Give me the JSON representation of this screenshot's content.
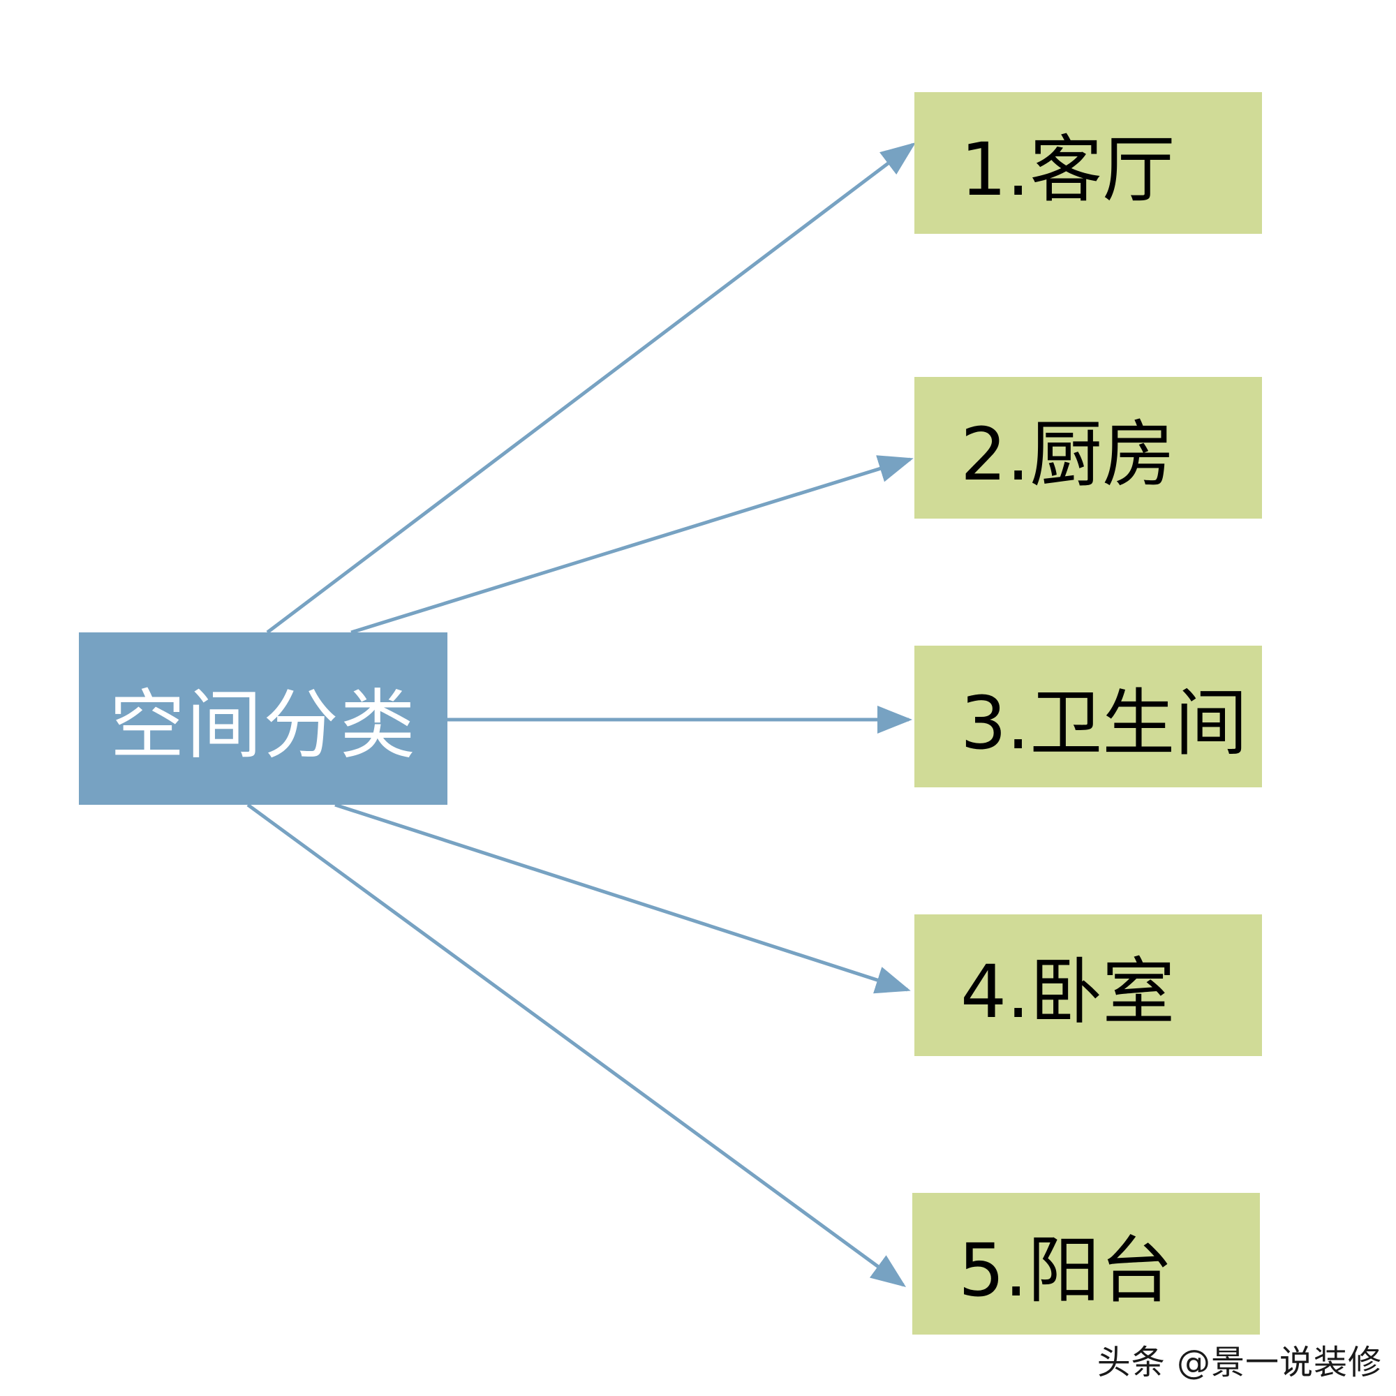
{
  "diagram": {
    "root": {
      "label": "空间分类"
    },
    "children": [
      {
        "label": "1.客厅"
      },
      {
        "label": "2.厨房"
      },
      {
        "label": "3.卫生间"
      },
      {
        "label": "4.卧室"
      },
      {
        "label": "5.阳台"
      }
    ],
    "colors": {
      "root_fill": "#77a2c2",
      "child_fill": "#d0db97",
      "connector": "#77a2c2"
    }
  },
  "watermark": {
    "text": "头条 @景一说装修"
  }
}
